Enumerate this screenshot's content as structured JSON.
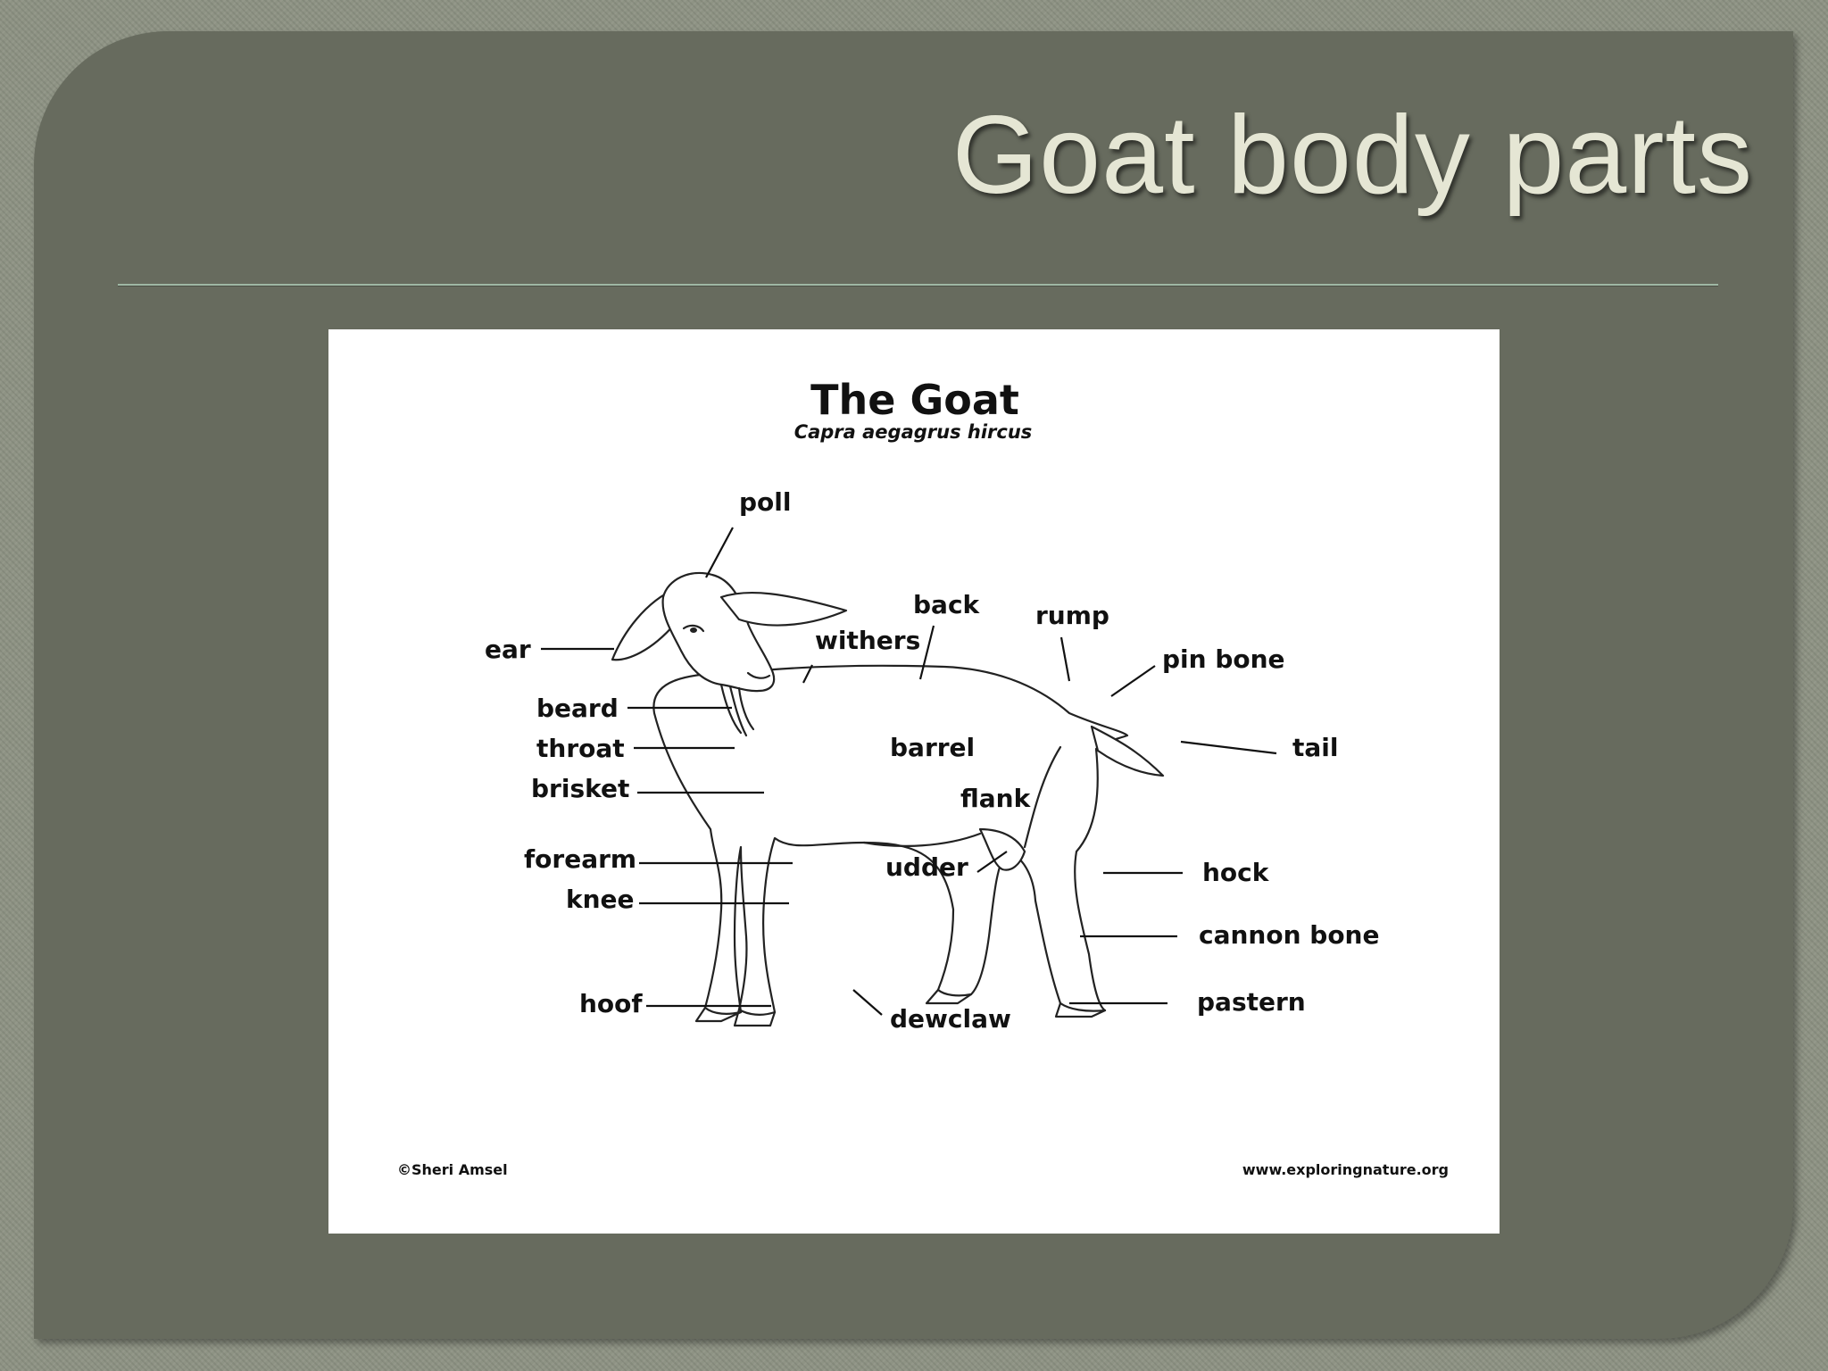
{
  "slide": {
    "title": "Goat body parts"
  },
  "diagram": {
    "title": "The Goat",
    "subtitle": "Capra aegagrus hircus",
    "copyright": "©Sheri Amsel",
    "website": "www.exploringnature.org",
    "labels": {
      "poll": "poll",
      "ear": "ear",
      "beard": "beard",
      "throat": "throat",
      "brisket": "brisket",
      "forearm": "forearm",
      "knee": "knee",
      "hoof": "hoof",
      "withers": "withers",
      "back": "back",
      "rump": "rump",
      "pin_bone": "pin bone",
      "tail": "tail",
      "barrel": "barrel",
      "flank": "flank",
      "udder": "udder",
      "hock": "hock",
      "cannon_bone": "cannon bone",
      "pastern": "pastern",
      "dewclaw": "dewclaw"
    }
  }
}
